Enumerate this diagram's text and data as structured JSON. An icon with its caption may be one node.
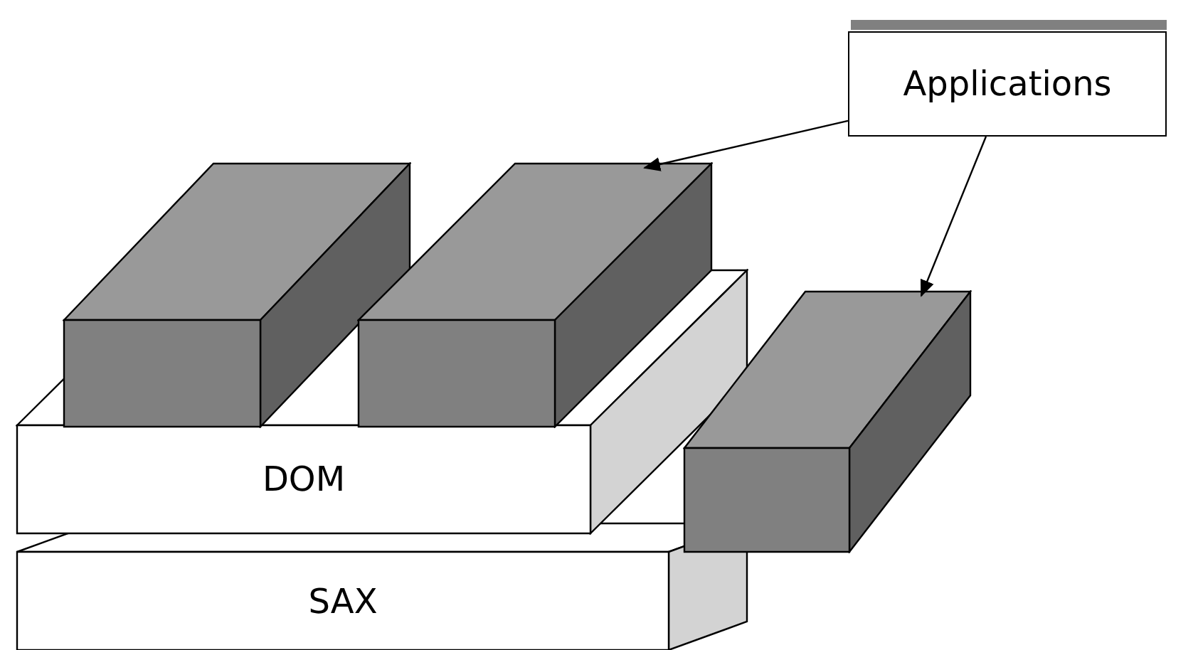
{
  "diagram": {
    "nodes": [
      {
        "text": [
          "Applications"
        ]
      },
      {
        "text": [],
        "shape": "box"
      },
      {
        "text": [],
        "shape": "box"
      },
      {
        "text": [],
        "shape": "box"
      },
      {
        "text": [
          "DOM"
        ]
      },
      {
        "text": [
          "SAX"
        ]
      }
    ],
    "edges": [
      {
        "from": 0,
        "to": 2,
        "arrow": "to"
      },
      {
        "from": 0,
        "to": 3,
        "arrow": "to"
      }
    ]
  }
}
